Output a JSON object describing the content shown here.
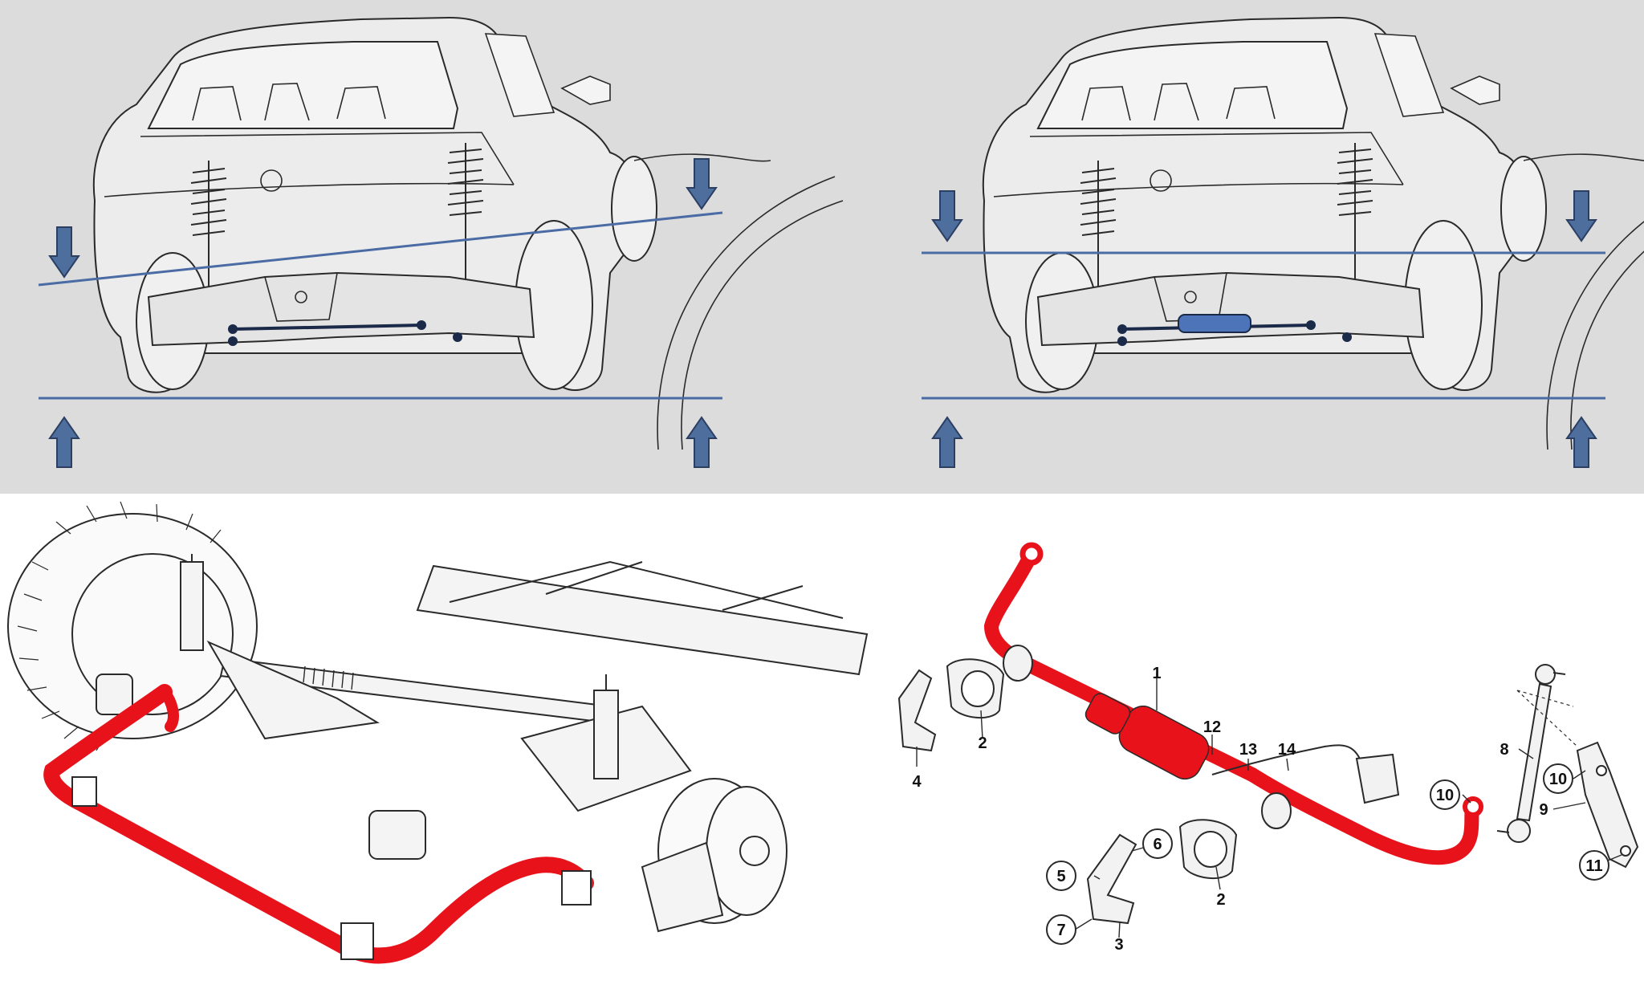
{
  "colors": {
    "top_background": "#dcdcdc",
    "bottom_background": "#ffffff",
    "guide_line": "#4a6ba4",
    "arrow_fill": "#4e6f9e",
    "arrow_stroke": "#2b3f63",
    "stabilizer_bar": "#e8121b",
    "line_art": "#2a2a2a",
    "actuator_highlight": "#4d74b8"
  },
  "icons": {
    "down_arrow": "down-arrow-icon",
    "up_arrow": "up-arrow-icon",
    "callout_circle": "callout-circle-icon"
  },
  "exploded_view": {
    "callouts": [
      {
        "id": "1",
        "circled": false
      },
      {
        "id": "2",
        "circled": false
      },
      {
        "id": "2b",
        "text": "2",
        "circled": false
      },
      {
        "id": "3",
        "circled": false
      },
      {
        "id": "4",
        "circled": false
      },
      {
        "id": "5",
        "circled": true
      },
      {
        "id": "6",
        "circled": true
      },
      {
        "id": "7",
        "circled": true
      },
      {
        "id": "8",
        "circled": false
      },
      {
        "id": "9",
        "circled": false
      },
      {
        "id": "10",
        "circled": true
      },
      {
        "id": "10b",
        "text": "10",
        "circled": true
      },
      {
        "id": "11",
        "circled": true
      },
      {
        "id": "12",
        "circled": false
      },
      {
        "id": "13",
        "circled": false
      },
      {
        "id": "14",
        "circled": false
      }
    ]
  }
}
